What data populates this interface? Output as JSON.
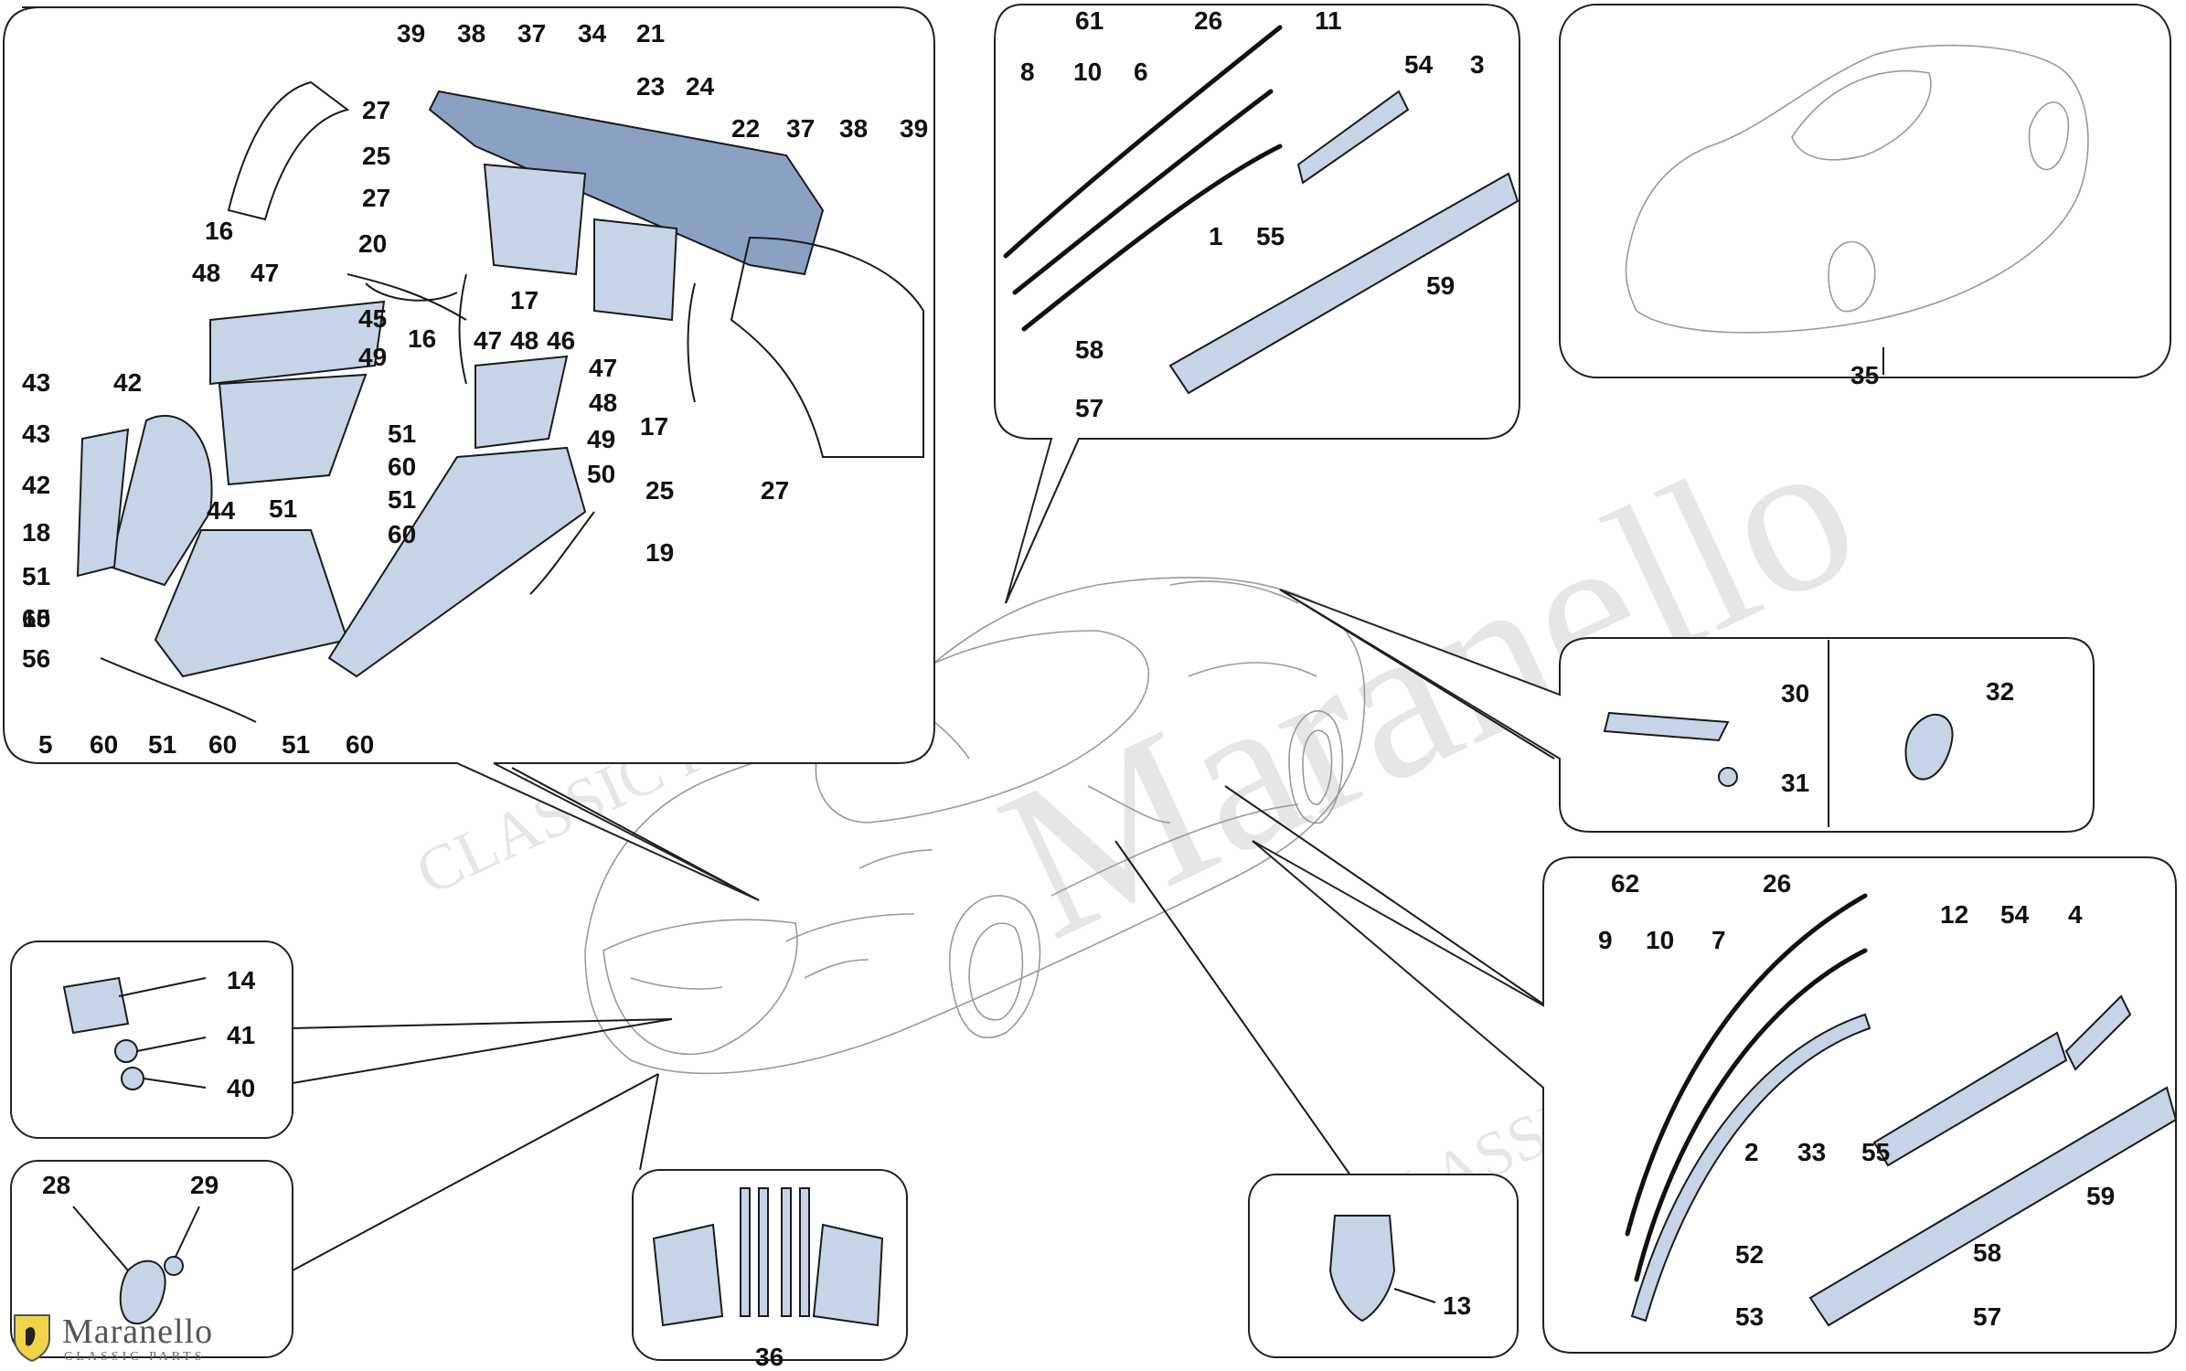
{
  "watermark": {
    "brand": "Maranello",
    "sub": "CLASSIC PARTS"
  },
  "brand": {
    "name": "Maranello",
    "sub": "CLASSIC PARTS"
  },
  "callouts": {
    "p1": [
      "39",
      "38",
      "37",
      "34",
      "21",
      "23",
      "24",
      "22",
      "37",
      "38",
      "39",
      "27",
      "25",
      "27",
      "20",
      "16",
      "48",
      "47",
      "45",
      "16",
      "49",
      "17",
      "47",
      "48",
      "46",
      "47",
      "48",
      "17",
      "43",
      "42",
      "43",
      "42",
      "18",
      "44",
      "51",
      "51",
      "60",
      "51",
      "60",
      "49",
      "50",
      "19",
      "51",
      "60",
      "15",
      "56",
      "5",
      "60",
      "51",
      "60",
      "51",
      "60",
      "25",
      "27"
    ],
    "p2": [
      "61",
      "8",
      "10",
      "6",
      "26",
      "11",
      "54",
      "3",
      "1",
      "55",
      "59",
      "58",
      "57"
    ],
    "p3": [
      "35"
    ],
    "p4": [
      "30",
      "31",
      "32"
    ],
    "p5": [
      "14",
      "41",
      "40"
    ],
    "p6": [
      "28",
      "29"
    ],
    "p7": [
      "36"
    ],
    "p8": [
      "13"
    ],
    "p9": [
      "62",
      "26",
      "9",
      "10",
      "7",
      "12",
      "54",
      "4",
      "2",
      "33",
      "55",
      "59",
      "58",
      "52",
      "53",
      "57"
    ]
  }
}
